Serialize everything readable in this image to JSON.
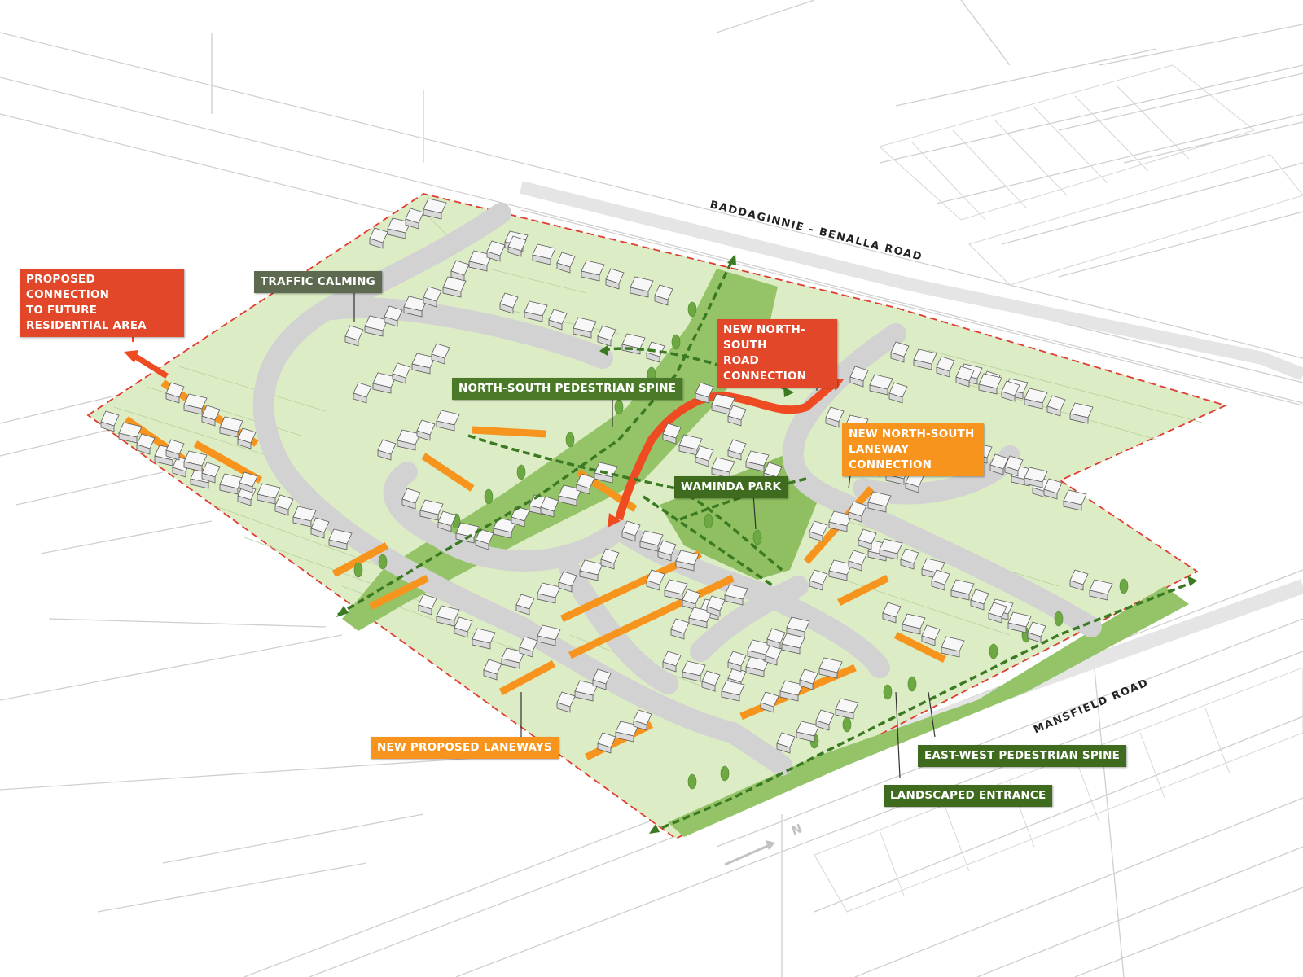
{
  "colors": {
    "site_green": "#dcecc4",
    "park_green": "#8fbf61",
    "road_grey": "#d3d3d3",
    "lane_orange": "#f7941d",
    "road_red_orange": "#ef4b23",
    "path_dark_green": "#3b7a22",
    "boundary_red": "#e03c31",
    "building_white": "#f7f7f7",
    "context_line": "#cfcfcf"
  },
  "roads": {
    "north": "BADDAGINNIE - BENALLA ROAD",
    "south": "MANSFIELD ROAD"
  },
  "north_arrow": {
    "letter": "N",
    "icon": "north-arrow-icon"
  },
  "callouts": {
    "future_connection": {
      "text": "PROPOSED CONNECTION\nTO FUTURE RESIDENTIAL AREA",
      "color": "#e2472a"
    },
    "traffic_calming": {
      "text": "TRAFFIC CALMING",
      "color": "#5d6a4f"
    },
    "ns_pedestrian_spine": {
      "text": "NORTH-SOUTH PEDESTRIAN SPINE",
      "color": "#4a7a27"
    },
    "ns_road_connection": {
      "text": "NEW NORTH-SOUTH\nROAD CONNECTION",
      "color": "#e2472a"
    },
    "ns_laneway_connection": {
      "text": "NEW NORTH-SOUTH\nLANEWAY CONNECTION",
      "color": "#f7941d"
    },
    "waminda_park": {
      "text": "WAMINDA PARK",
      "color": "#3f6b1f"
    },
    "new_laneways": {
      "text": "NEW PROPOSED LANEWAYS",
      "color": "#f7941d"
    },
    "ew_pedestrian_spine": {
      "text": "EAST-WEST PEDESTRIAN SPINE",
      "color": "#3f6b1f"
    },
    "landscaped_entrance": {
      "text": "LANDSCAPED ENTRANCE",
      "color": "#3f6b1f"
    }
  }
}
